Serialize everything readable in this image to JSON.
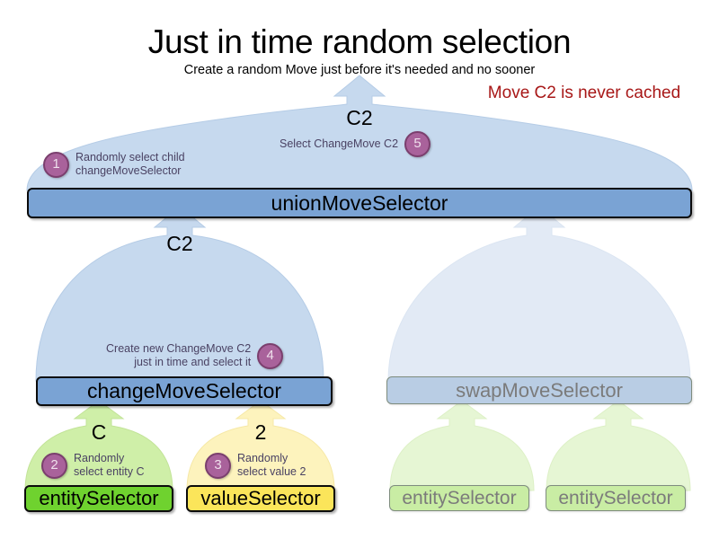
{
  "header": {
    "title": "Just in time random selection",
    "subtitle": "Create a random Move just before it's needed and no sooner",
    "callout": "Move C2 is never cached",
    "callout_color": "#a81818"
  },
  "colors": {
    "arrow_blue_fill": "#c6d9ee",
    "arrow_blue_stroke": "#b0c8e4",
    "arrow_blue_faded_fill": "#e2eaf5",
    "node_blue_fill": "#7aa3d4",
    "node_blue_faded_fill": "#b9cde4",
    "arrow_green_fill": "#cfefa8",
    "arrow_green_faded_fill": "#e6f6d4",
    "node_green_fill": "#6fd22f",
    "node_green_faded_fill": "#c9eda4",
    "arrow_yellow_fill": "#fdf3bd",
    "node_yellow_fill": "#fbe55a",
    "badge_fill": "#a9629b",
    "badge_stroke": "#7b3f6e",
    "annotation_text": "#4a4263",
    "faded_text": "#7b7b7b"
  },
  "nodes": [
    {
      "id": "unionMoveSelector",
      "label": "unionMoveSelector",
      "state": "active"
    },
    {
      "id": "changeMoveSelector",
      "label": "changeMoveSelector",
      "state": "active"
    },
    {
      "id": "swapMoveSelector",
      "label": "swapMoveSelector",
      "state": "faded"
    },
    {
      "id": "entitySelectorLeft",
      "label": "entitySelector",
      "state": "active"
    },
    {
      "id": "valueSelector",
      "label": "valueSelector",
      "state": "active"
    },
    {
      "id": "entitySelectorSwapA",
      "label": "entitySelector",
      "state": "faded"
    },
    {
      "id": "entitySelectorSwapB",
      "label": "entitySelector",
      "state": "faded"
    }
  ],
  "payloads": [
    {
      "id": "union-out",
      "label": "C2"
    },
    {
      "id": "change-out",
      "label": "C2"
    },
    {
      "id": "entity-out",
      "label": "C"
    },
    {
      "id": "value-out",
      "label": "2"
    }
  ],
  "steps": [
    {
      "number": "1",
      "lines": [
        "Randomly select child",
        "changeMoveSelector"
      ]
    },
    {
      "number": "2",
      "lines": [
        "Randomly",
        "select entity C"
      ]
    },
    {
      "number": "3",
      "lines": [
        "Randomly",
        "select value 2"
      ]
    },
    {
      "number": "4",
      "lines": [
        "Create new ChangeMove C2",
        "just in time and select it"
      ]
    },
    {
      "number": "5",
      "lines": [
        "Select ChangeMove C2"
      ]
    }
  ]
}
